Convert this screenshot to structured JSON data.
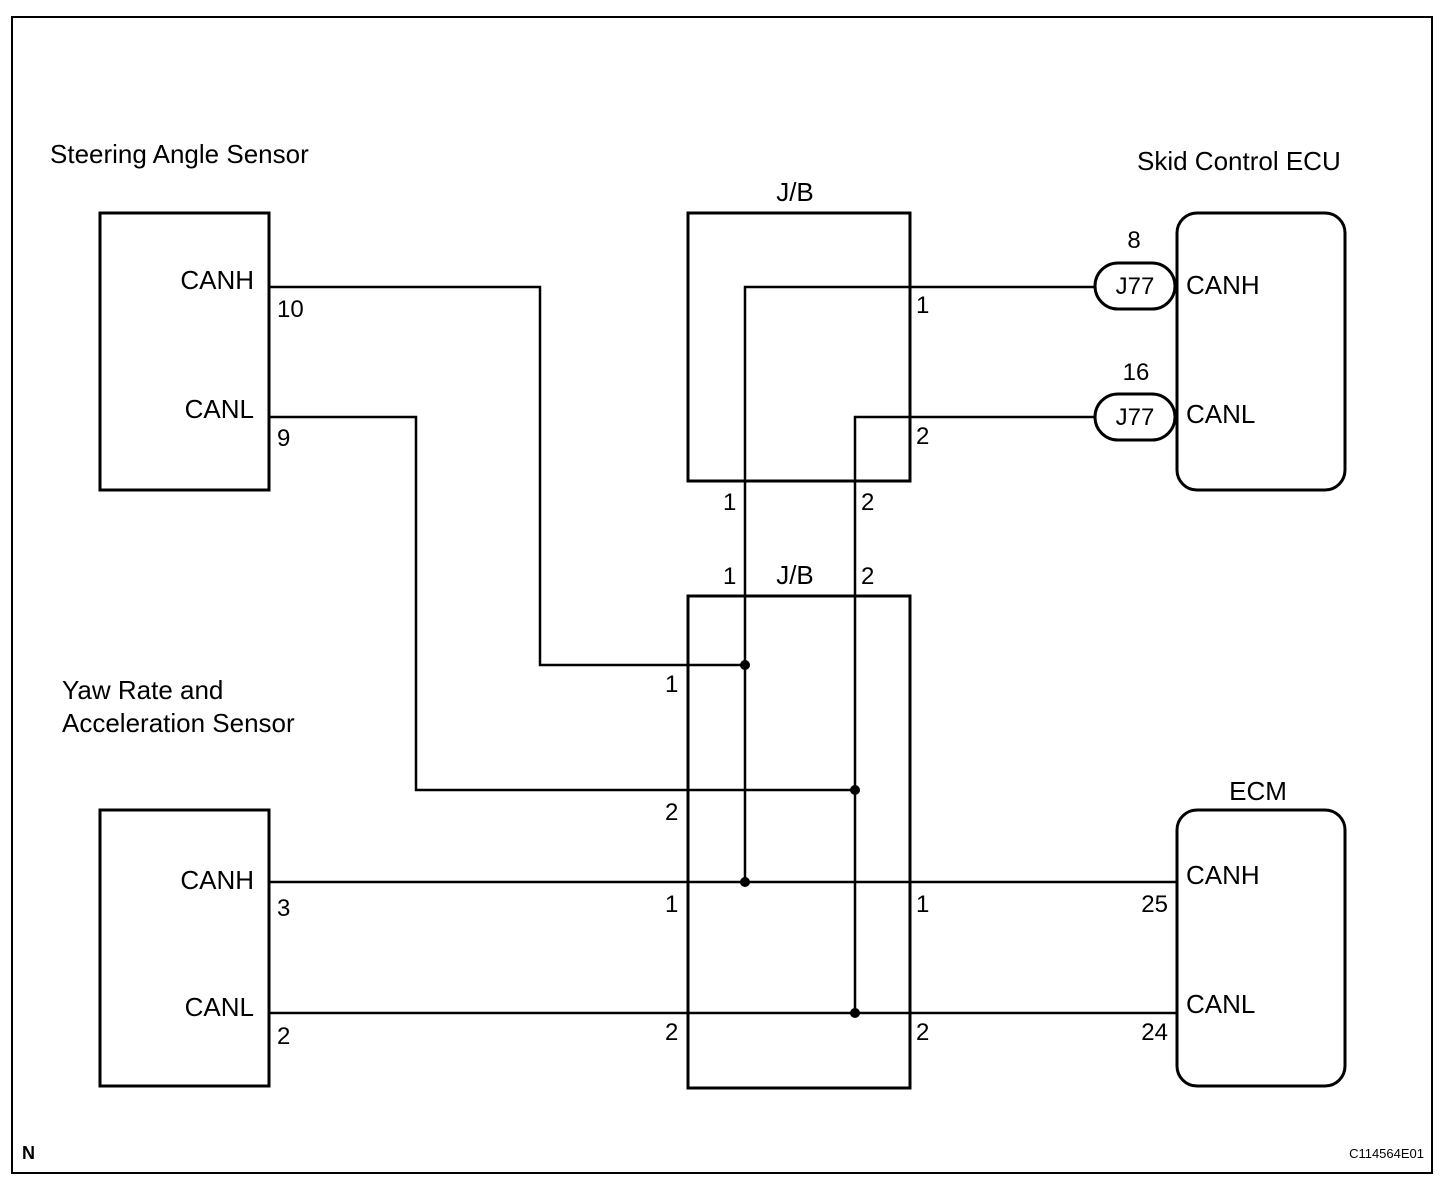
{
  "components": {
    "steering_angle_sensor": {
      "title": "Steering Angle Sensor",
      "canh": "CANH",
      "canl": "CANL",
      "pin_canh": "10",
      "pin_canl": "9"
    },
    "yaw_rate_sensor": {
      "title_line1": "Yaw Rate and",
      "title_line2": "Acceleration Sensor",
      "canh": "CANH",
      "canl": "CANL",
      "pin_canh": "3",
      "pin_canl": "2"
    },
    "jb_top": {
      "title": "J/B",
      "pin_right_1": "1",
      "pin_right_2": "2",
      "pin_bottom_1": "1",
      "pin_bottom_2": "2"
    },
    "jb_bottom": {
      "title": "J/B",
      "pin_top_1": "1",
      "pin_top_2": "2",
      "pin_left_1a": "1",
      "pin_left_2a": "2",
      "pin_left_1b": "1",
      "pin_left_2b": "2",
      "pin_right_1": "1",
      "pin_right_2": "2"
    },
    "skid_control_ecu": {
      "title": "Skid Control ECU",
      "canh": "CANH",
      "canl": "CANL",
      "connector_canh": "J77",
      "connector_canl": "J77",
      "pin_canh": "8",
      "pin_canl": "16"
    },
    "ecm": {
      "title": "ECM",
      "canh": "CANH",
      "canl": "CANL",
      "pin_canh": "25",
      "pin_canl": "24"
    }
  },
  "corner_label": "N",
  "figure_id": "C114564E01"
}
